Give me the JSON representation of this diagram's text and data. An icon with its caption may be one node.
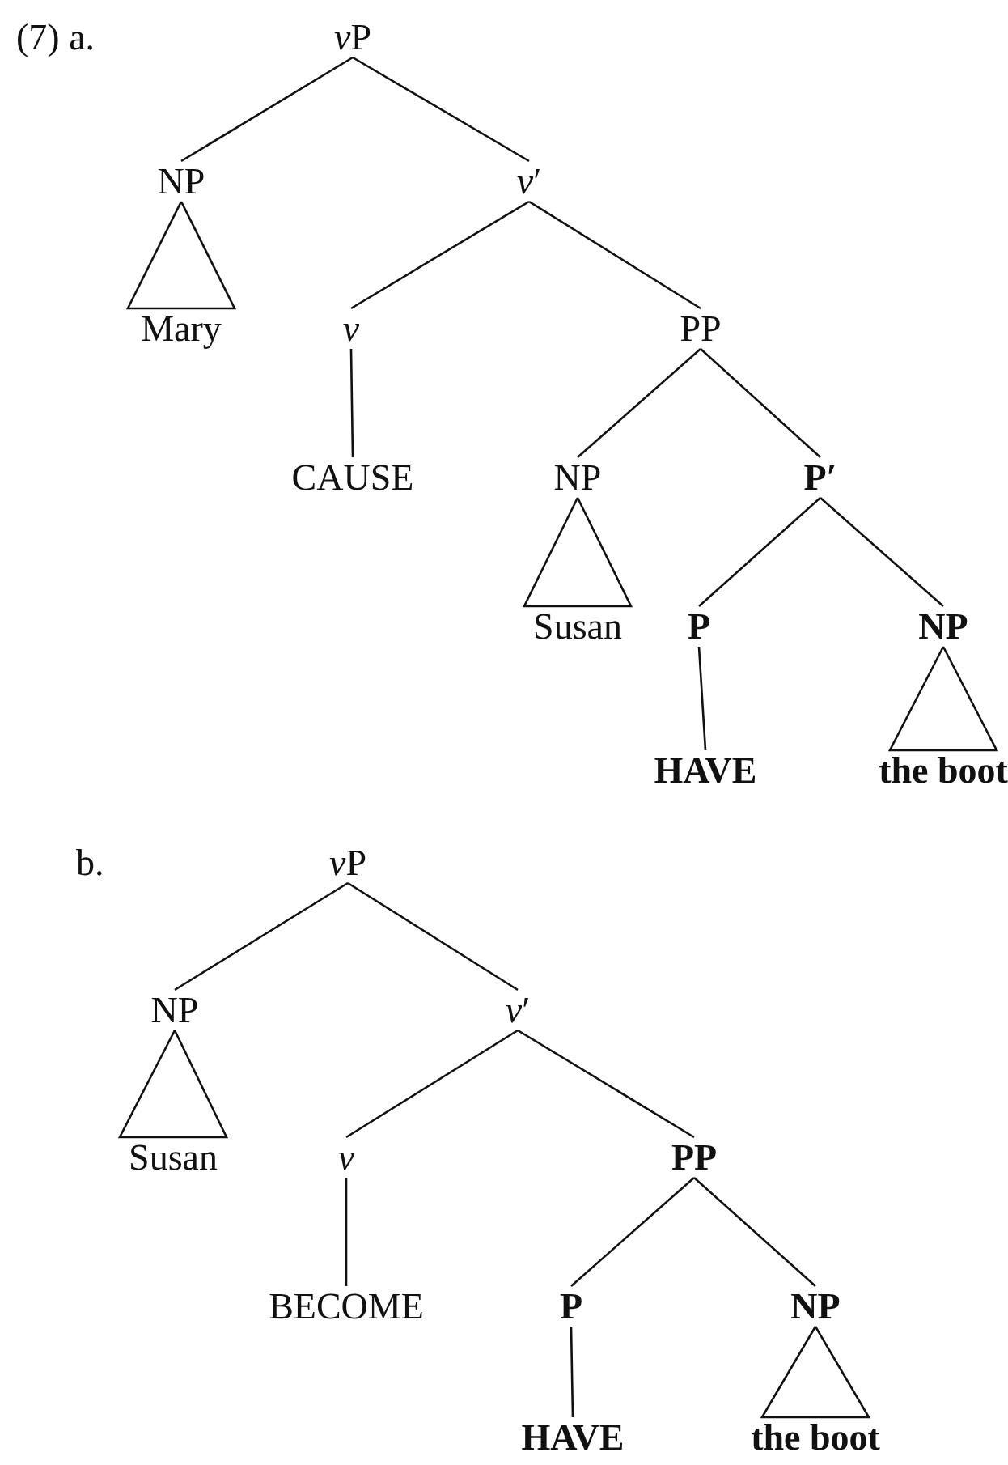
{
  "diagram": {
    "nodes": [
      {
        "text": [
          "vP"
        ]
      },
      {
        "text": [
          "NP"
        ]
      },
      {
        "text": [
          "*v*′"
        ]
      },
      {
        "text": [
          "Mary"
        ]
      },
      {
        "text": [
          "*v*"
        ]
      },
      {
        "text": [
          "PP"
        ]
      },
      {
        "text": [
          "CAUSE"
        ]
      },
      {
        "text": [
          "NP"
        ]
      },
      {
        "text": [
          "P′"
        ]
      },
      {
        "text": [
          "Susan"
        ]
      },
      {
        "text": [
          "P"
        ]
      },
      {
        "text": [
          "NP"
        ]
      },
      {
        "text": [
          "HAVE"
        ]
      },
      {
        "text": [
          "the boot"
        ]
      },
      {
        "text": [
          "vP"
        ]
      },
      {
        "text": [
          "NP"
        ]
      },
      {
        "text": [
          "*v*′"
        ]
      },
      {
        "text": [
          "Susan"
        ]
      },
      {
        "text": [
          "*v*"
        ]
      },
      {
        "text": [
          "PP"
        ]
      },
      {
        "text": [
          "BECOME"
        ]
      },
      {
        "text": [
          "P"
        ]
      },
      {
        "text": [
          "NP"
        ]
      },
      {
        "text": [
          "HAVE"
        ]
      },
      {
        "text": [
          "the boot"
        ]
      }
    ],
    "edges": [
      {
        "from": 0,
        "to": 1,
        "arrow": "none"
      },
      {
        "from": 0,
        "to": 2,
        "arrow": "none"
      },
      {
        "from": 1,
        "to": 3,
        "arrow": "none"
      },
      {
        "from": 2,
        "to": 4,
        "arrow": "none"
      },
      {
        "from": 2,
        "to": 5,
        "arrow": "none"
      },
      {
        "from": 4,
        "to": 6,
        "arrow": "none"
      },
      {
        "from": 5,
        "to": 7,
        "arrow": "none"
      },
      {
        "from": 5,
        "to": 8,
        "arrow": "none"
      },
      {
        "from": 7,
        "to": 9,
        "arrow": "none"
      },
      {
        "from": 8,
        "to": 10,
        "arrow": "none"
      },
      {
        "from": 8,
        "to": 11,
        "arrow": "none"
      },
      {
        "from": 10,
        "to": 12,
        "arrow": "none"
      },
      {
        "from": 11,
        "to": 13,
        "arrow": "none"
      },
      {
        "from": 14,
        "to": 15,
        "arrow": "none"
      },
      {
        "from": 14,
        "to": 16,
        "arrow": "none"
      },
      {
        "from": 15,
        "to": 17,
        "arrow": "none"
      },
      {
        "from": 16,
        "to": 18,
        "arrow": "none"
      },
      {
        "from": 16,
        "to": 19,
        "arrow": "none"
      },
      {
        "from": 18,
        "to": 20,
        "arrow": "none"
      },
      {
        "from": 19,
        "to": 21,
        "arrow": "none"
      },
      {
        "from": 19,
        "to": 22,
        "arrow": "none"
      },
      {
        "from": 21,
        "to": 23,
        "arrow": "none"
      },
      {
        "from": 22,
        "to": 24,
        "arrow": "none"
      }
    ],
    "labels": [
      "(7) a.",
      "b."
    ]
  }
}
